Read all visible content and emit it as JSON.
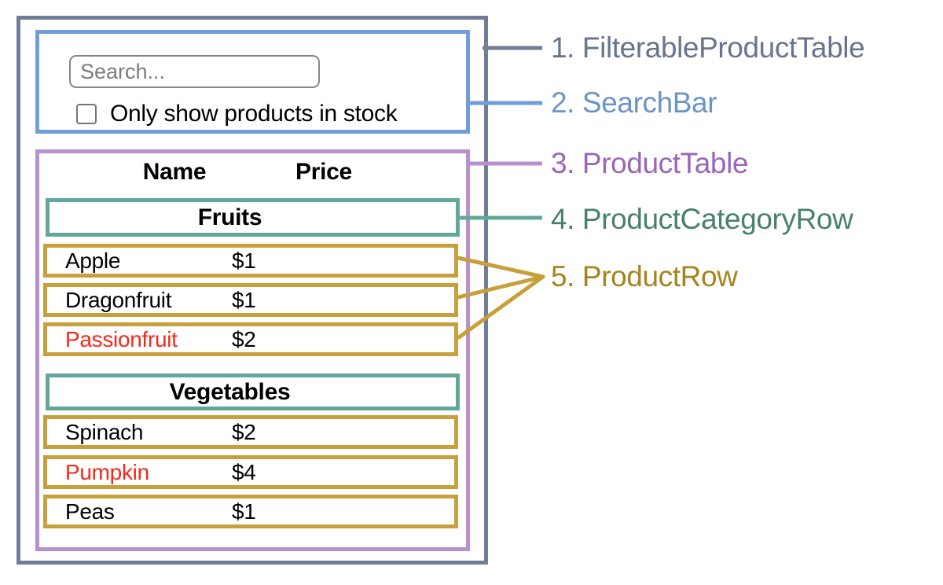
{
  "search_bar": {
    "placeholder": "Search...",
    "checkbox_label": "Only show products in stock",
    "checkbox_checked": false
  },
  "product_table": {
    "headers": {
      "name": "Name",
      "price": "Price"
    },
    "sections": [
      {
        "category": "Fruits",
        "rows": [
          {
            "name": "Apple",
            "price": "$1",
            "name_color": "black"
          },
          {
            "name": "Dragonfruit",
            "price": "$1",
            "name_color": "black"
          },
          {
            "name": "Passionfruit",
            "price": "$2",
            "name_color": "red"
          }
        ]
      },
      {
        "category": "Vegetables",
        "rows": [
          {
            "name": "Spinach",
            "price": "$2",
            "name_color": "black"
          },
          {
            "name": "Pumpkin",
            "price": "$4",
            "name_color": "red"
          },
          {
            "name": "Peas",
            "price": "$1",
            "name_color": "black"
          }
        ]
      }
    ]
  },
  "annotations": [
    {
      "text": "1. FilterableProductTable",
      "color": "#67748e"
    },
    {
      "text": "2. SearchBar",
      "color": "#6b94c8"
    },
    {
      "text": "3. ProductTable",
      "color": "#9b64b6"
    },
    {
      "text": "4. ProductCategoryRow",
      "color": "#47806d"
    },
    {
      "text": "5. ProductRow",
      "color": "#a5841d"
    }
  ],
  "colors": {
    "filterable_product_table_border": "#707d96",
    "search_bar_border": "#6f9ed9",
    "product_table_border": "#b691ce",
    "product_category_row_border": "#62a89a",
    "product_row_border": "#c7a03b",
    "out_of_stock_text": "#f4291c",
    "background": "#ffffff"
  }
}
